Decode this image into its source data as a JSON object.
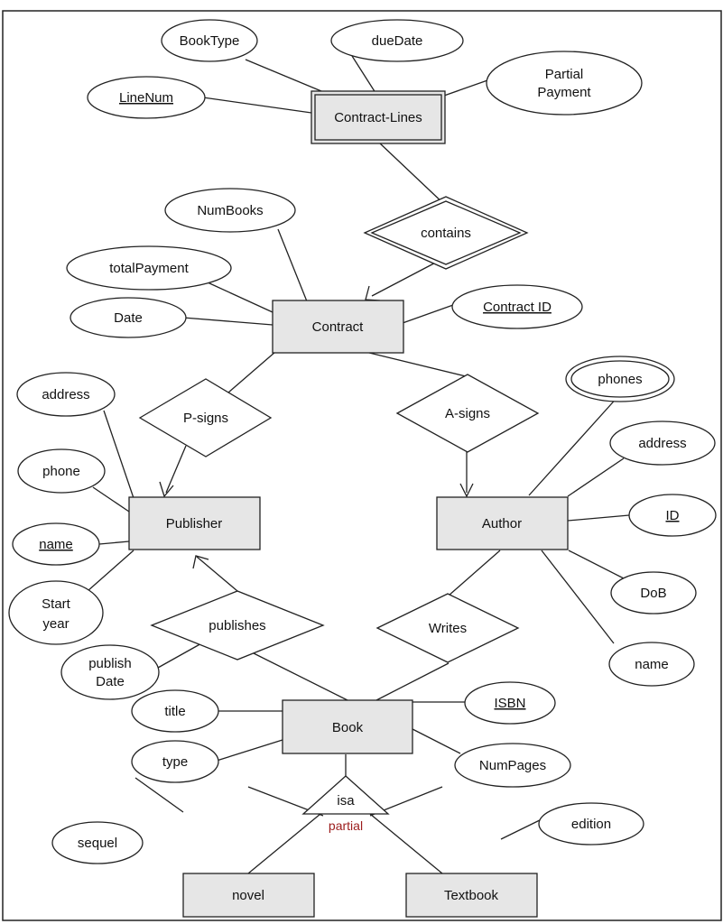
{
  "entities": {
    "contract_lines": "Contract-Lines",
    "contract": "Contract",
    "publisher": "Publisher",
    "author": "Author",
    "book": "Book",
    "novel": "novel",
    "textbook": "Textbook"
  },
  "relationships": {
    "contains": "contains",
    "p_signs": "P-signs",
    "a_signs": "A-signs",
    "publishes": "publishes",
    "writes": "Writes",
    "isa": "isa",
    "isa_constraint": "partial"
  },
  "attributes": {
    "booktype": "BookType",
    "duedate": "dueDate",
    "partial_payment_1": "Partial",
    "partial_payment_2": "Payment",
    "linenum": "LineNum",
    "numbooks": "NumBooks",
    "totalpayment": "totalPayment",
    "date": "Date",
    "contract_id": "Contract ID",
    "pub_address": "address",
    "pub_phone": "phone",
    "pub_name": "name",
    "pub_start_1": "Start",
    "pub_start_2": "year",
    "phones": "phones",
    "auth_address": "address",
    "auth_id": "ID",
    "dob": "DoB",
    "auth_name": "name",
    "publish_date_1": "publish",
    "publish_date_2": "Date",
    "title": "title",
    "type": "type",
    "isbn": "ISBN",
    "numpages": "NumPages",
    "sequel": "sequel",
    "edition": "edition"
  }
}
